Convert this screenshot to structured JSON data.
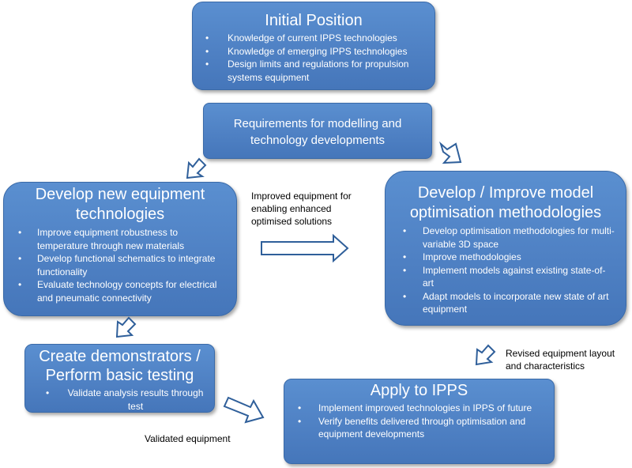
{
  "initial_position": {
    "title": "Initial Position",
    "bullets": [
      "Knowledge of current IPPS technologies",
      "Knowledge of emerging IPPS technologies",
      "Design limits and regulations for propulsion systems equipment"
    ]
  },
  "requirements": {
    "title": "Requirements for modelling and technology developments"
  },
  "develop_equipment": {
    "title": "Develop new equipment technologies",
    "bullets": [
      "Improve equipment robustness to temperature through new materials",
      "Develop functional schematics to integrate functionality",
      "Evaluate technology concepts for electrical and pneumatic connectivity"
    ]
  },
  "develop_model": {
    "title": "Develop / Improve model optimisation methodologies",
    "bullets": [
      "Develop optimisation methodologies for multi-variable 3D space",
      "Improve methodologies",
      "Implement models against existing state-of-art",
      "Adapt models to incorporate new state of art equipment"
    ]
  },
  "demonstrators": {
    "title": "Create demonstrators / Perform basic testing",
    "bullets": [
      "Validate analysis results through test"
    ]
  },
  "apply": {
    "title": "Apply to IPPS",
    "bullets": [
      "Implement improved technologies in IPPS of future",
      "Verify benefits delivered through optimisation and equipment developments"
    ]
  },
  "labels": {
    "improved_equipment": "Improved equipment for enabling enhanced optimised solutions",
    "revised_layout": "Revised equipment layout and characteristics",
    "validated_equipment": "Validated equipment"
  },
  "colors": {
    "box_fill": "#4f81c4",
    "box_border": "#3a6aa8",
    "arrow_fill": "#ffffff",
    "arrow_stroke": "#2f5f9a"
  }
}
